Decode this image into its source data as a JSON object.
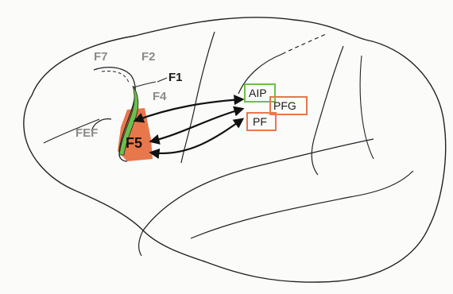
{
  "labels": {
    "f7": "F7",
    "f2": "F2",
    "f1": "F1",
    "f4": "F4",
    "fef": "FEF",
    "f5": "F5",
    "aip": "AIP",
    "pfg": "PFG",
    "pf": "PF"
  },
  "colors": {
    "green_region": "#6cc04a",
    "orange_region": "#e9774c",
    "aip_box": "#6cc04a",
    "pfg_box": "#e9774c",
    "pf_box": "#e9774c",
    "outline": "#222222",
    "gray_label": "#8a8a8a"
  }
}
